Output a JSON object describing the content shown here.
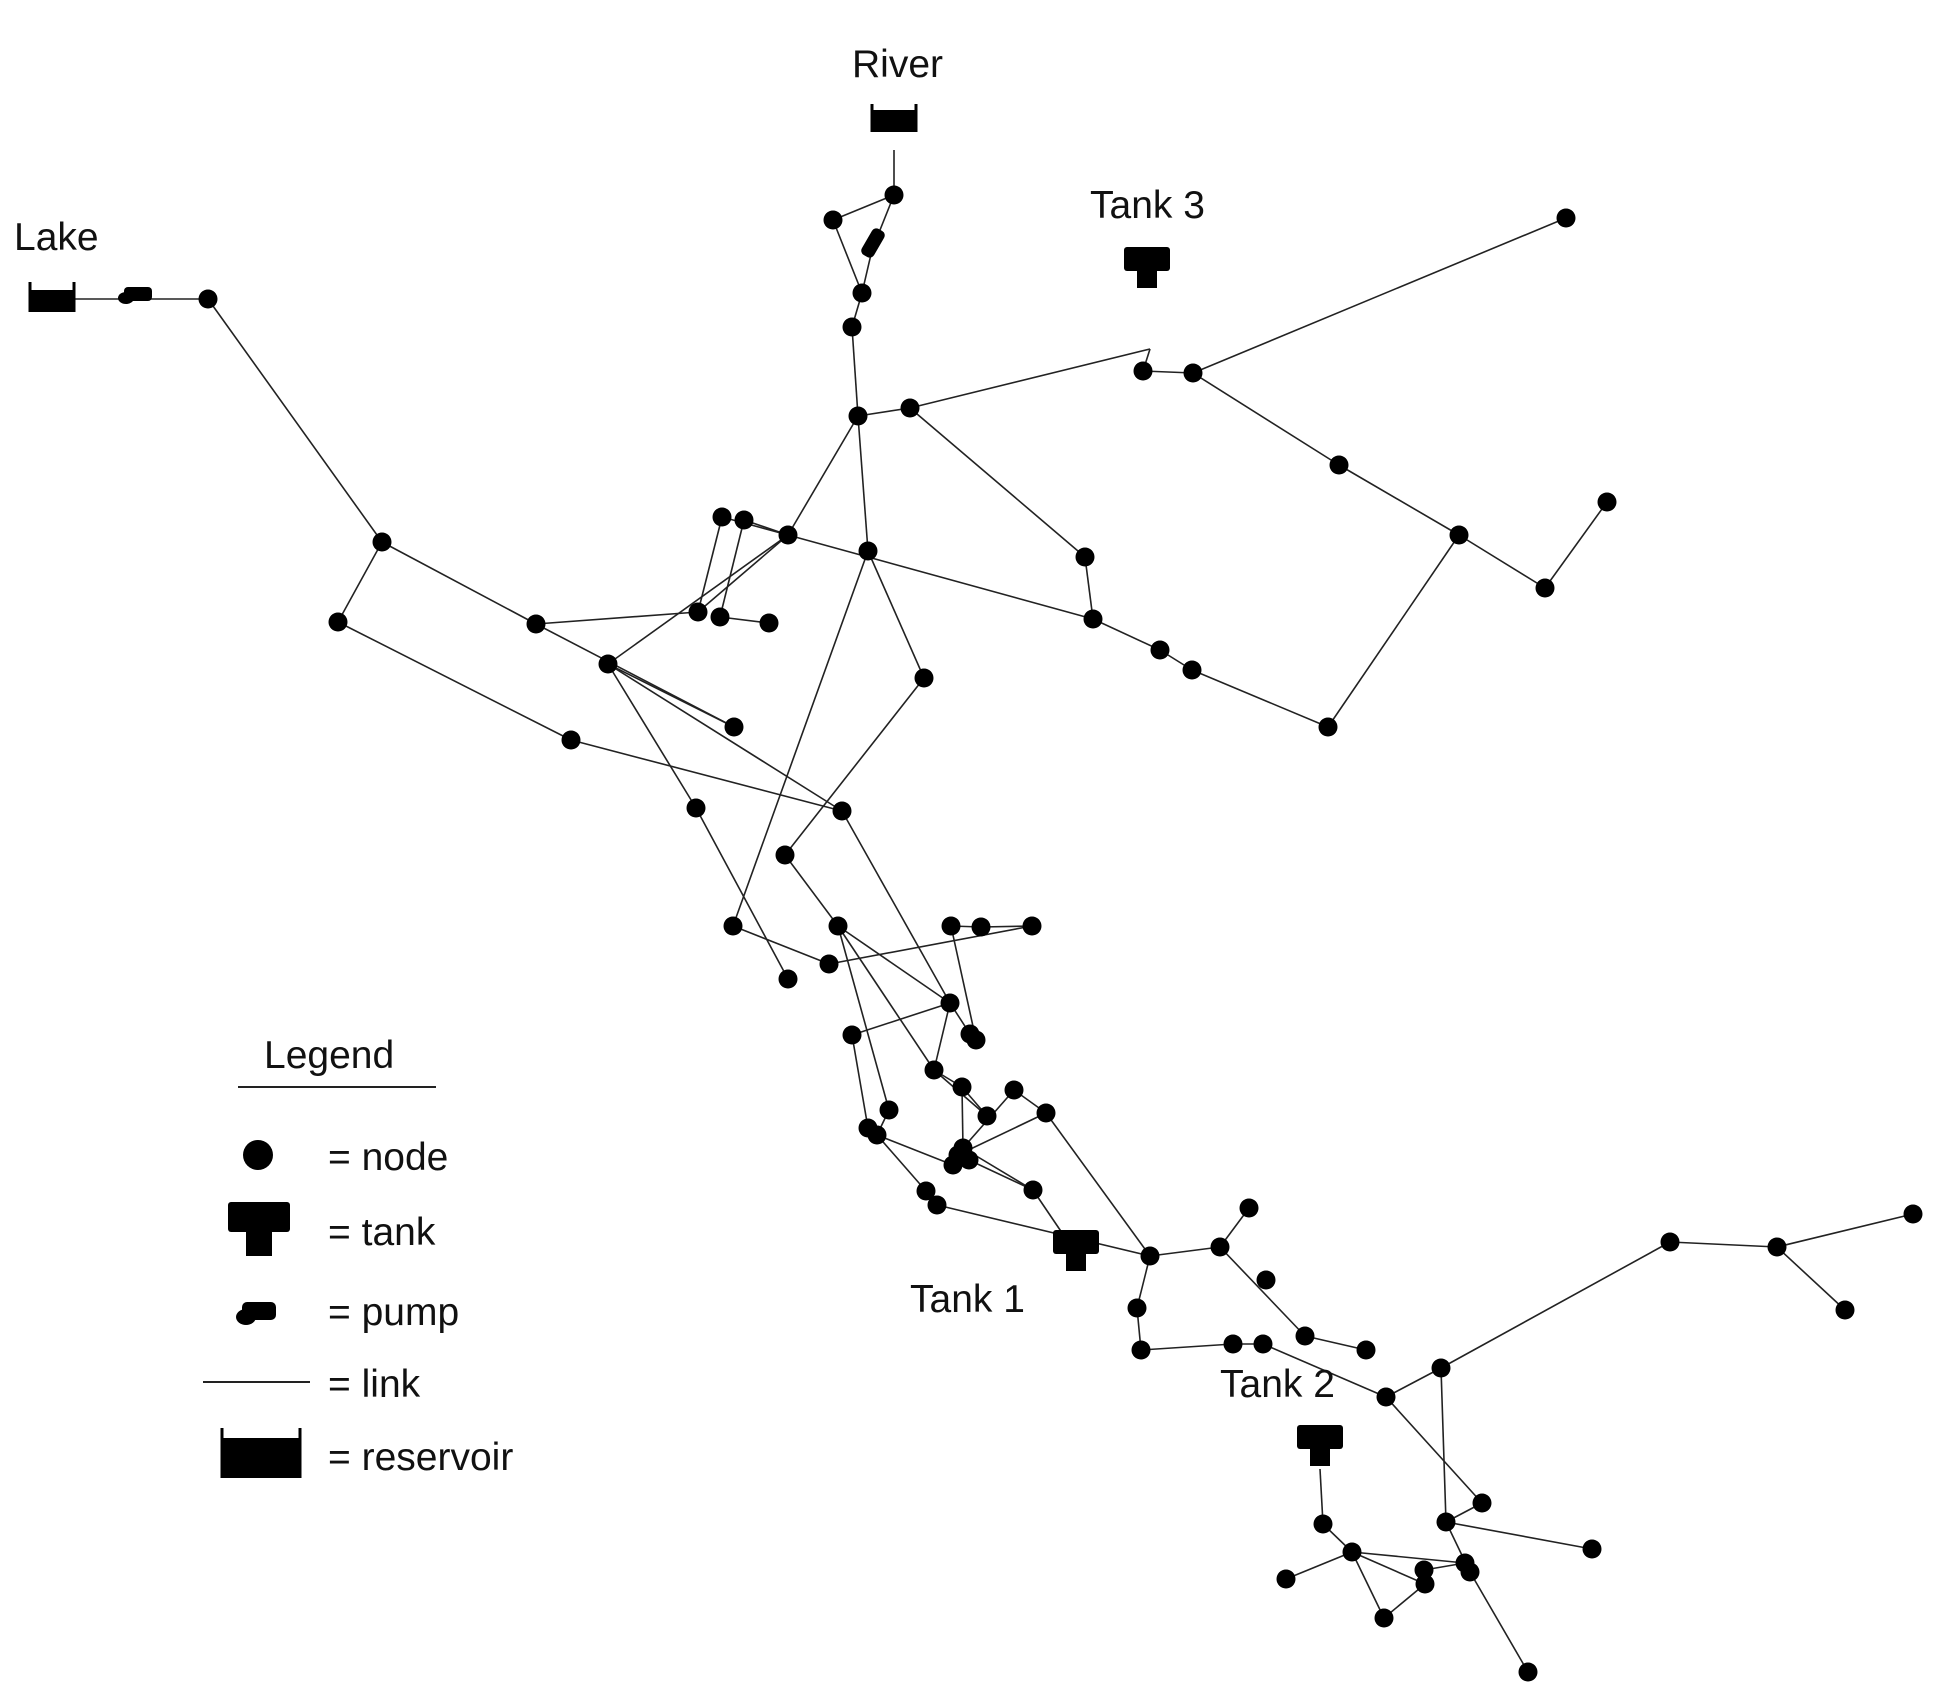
{
  "labels": {
    "river": "River",
    "lake": "Lake",
    "tank1": "Tank 1",
    "tank2": "Tank 2",
    "tank3": "Tank 3"
  },
  "legend": {
    "title": "Legend",
    "node": "= node",
    "tank": "= tank",
    "pump": "= pump",
    "link": "= link",
    "reservoir": "= reservoir"
  }
}
